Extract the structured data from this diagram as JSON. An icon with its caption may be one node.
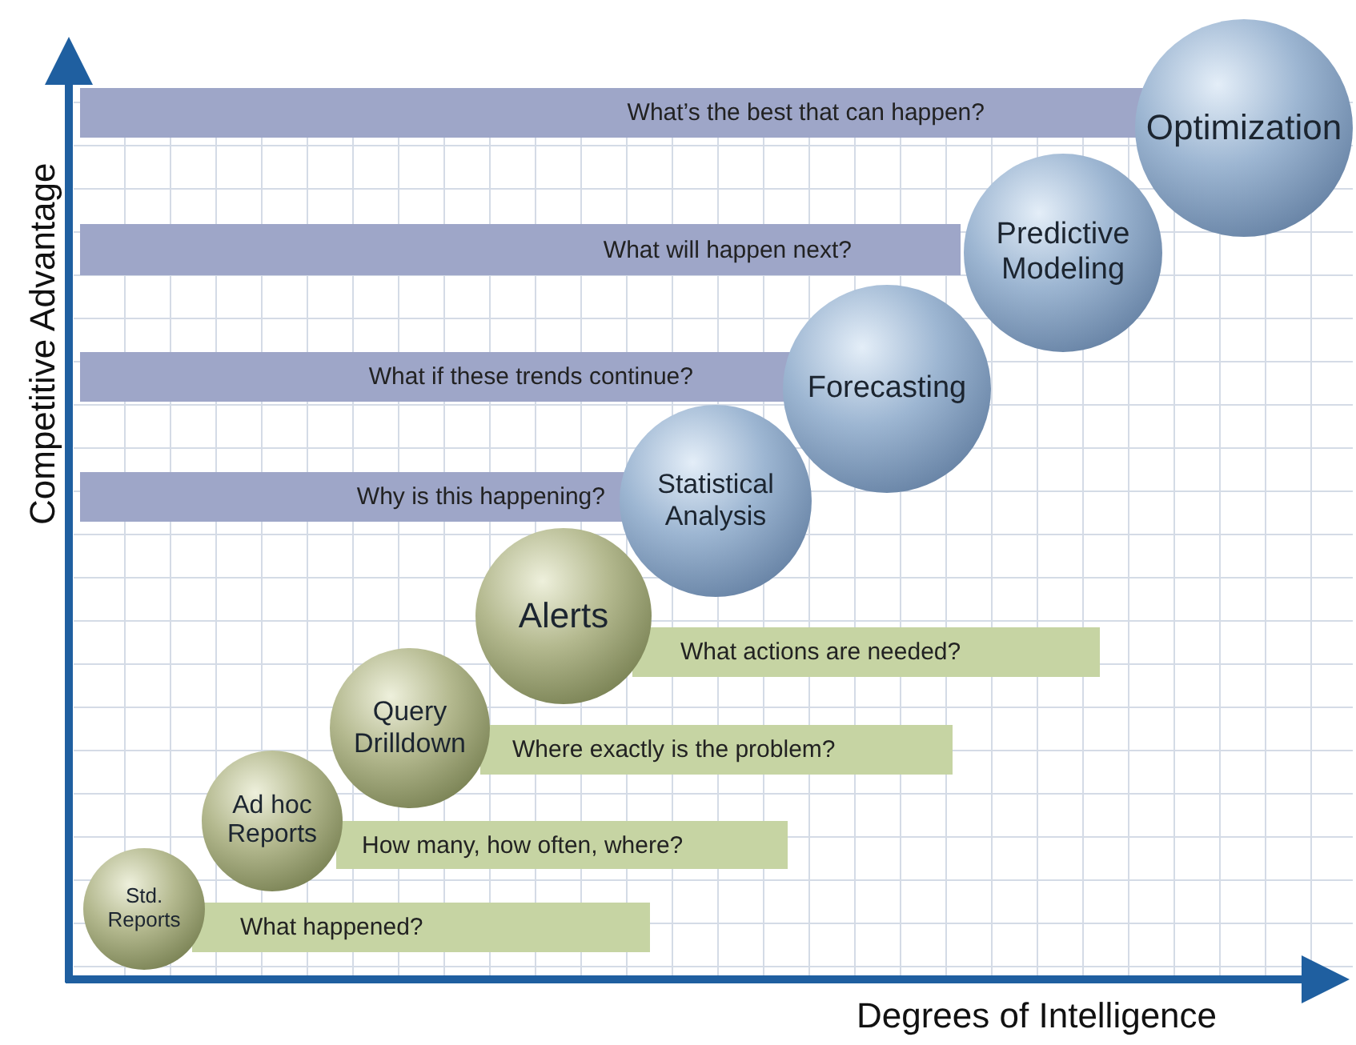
{
  "diagram": {
    "nodes": [
      {
        "text": [
          "What’s the best that can happen?"
        ]
      },
      {
        "text": [
          "Optimization"
        ]
      },
      {
        "text": [
          "What will happen next?"
        ]
      },
      {
        "text": [
          "Predictive Modeling"
        ]
      },
      {
        "text": [
          "What if these trends continue?"
        ]
      },
      {
        "text": [
          "Forecasting"
        ]
      },
      {
        "text": [
          "Why is this happening?"
        ]
      },
      {
        "text": [
          "Statistical Analysis"
        ]
      },
      {
        "text": [
          "Alerts"
        ]
      },
      {
        "text": [
          "What actions are needed?"
        ]
      },
      {
        "text": [
          "Query Drilldown"
        ]
      },
      {
        "text": [
          "Where exactly is the problem?"
        ]
      },
      {
        "text": [
          "Ad hoc Reports"
        ]
      },
      {
        "text": [
          "How many, how often, where?"
        ]
      },
      {
        "text": [
          "Std. Reports"
        ]
      },
      {
        "text": [
          "What happened?"
        ]
      }
    ],
    "edges": [],
    "labels": [
      "Competitive Advantage",
      "Degrees of Intelligence"
    ]
  }
}
